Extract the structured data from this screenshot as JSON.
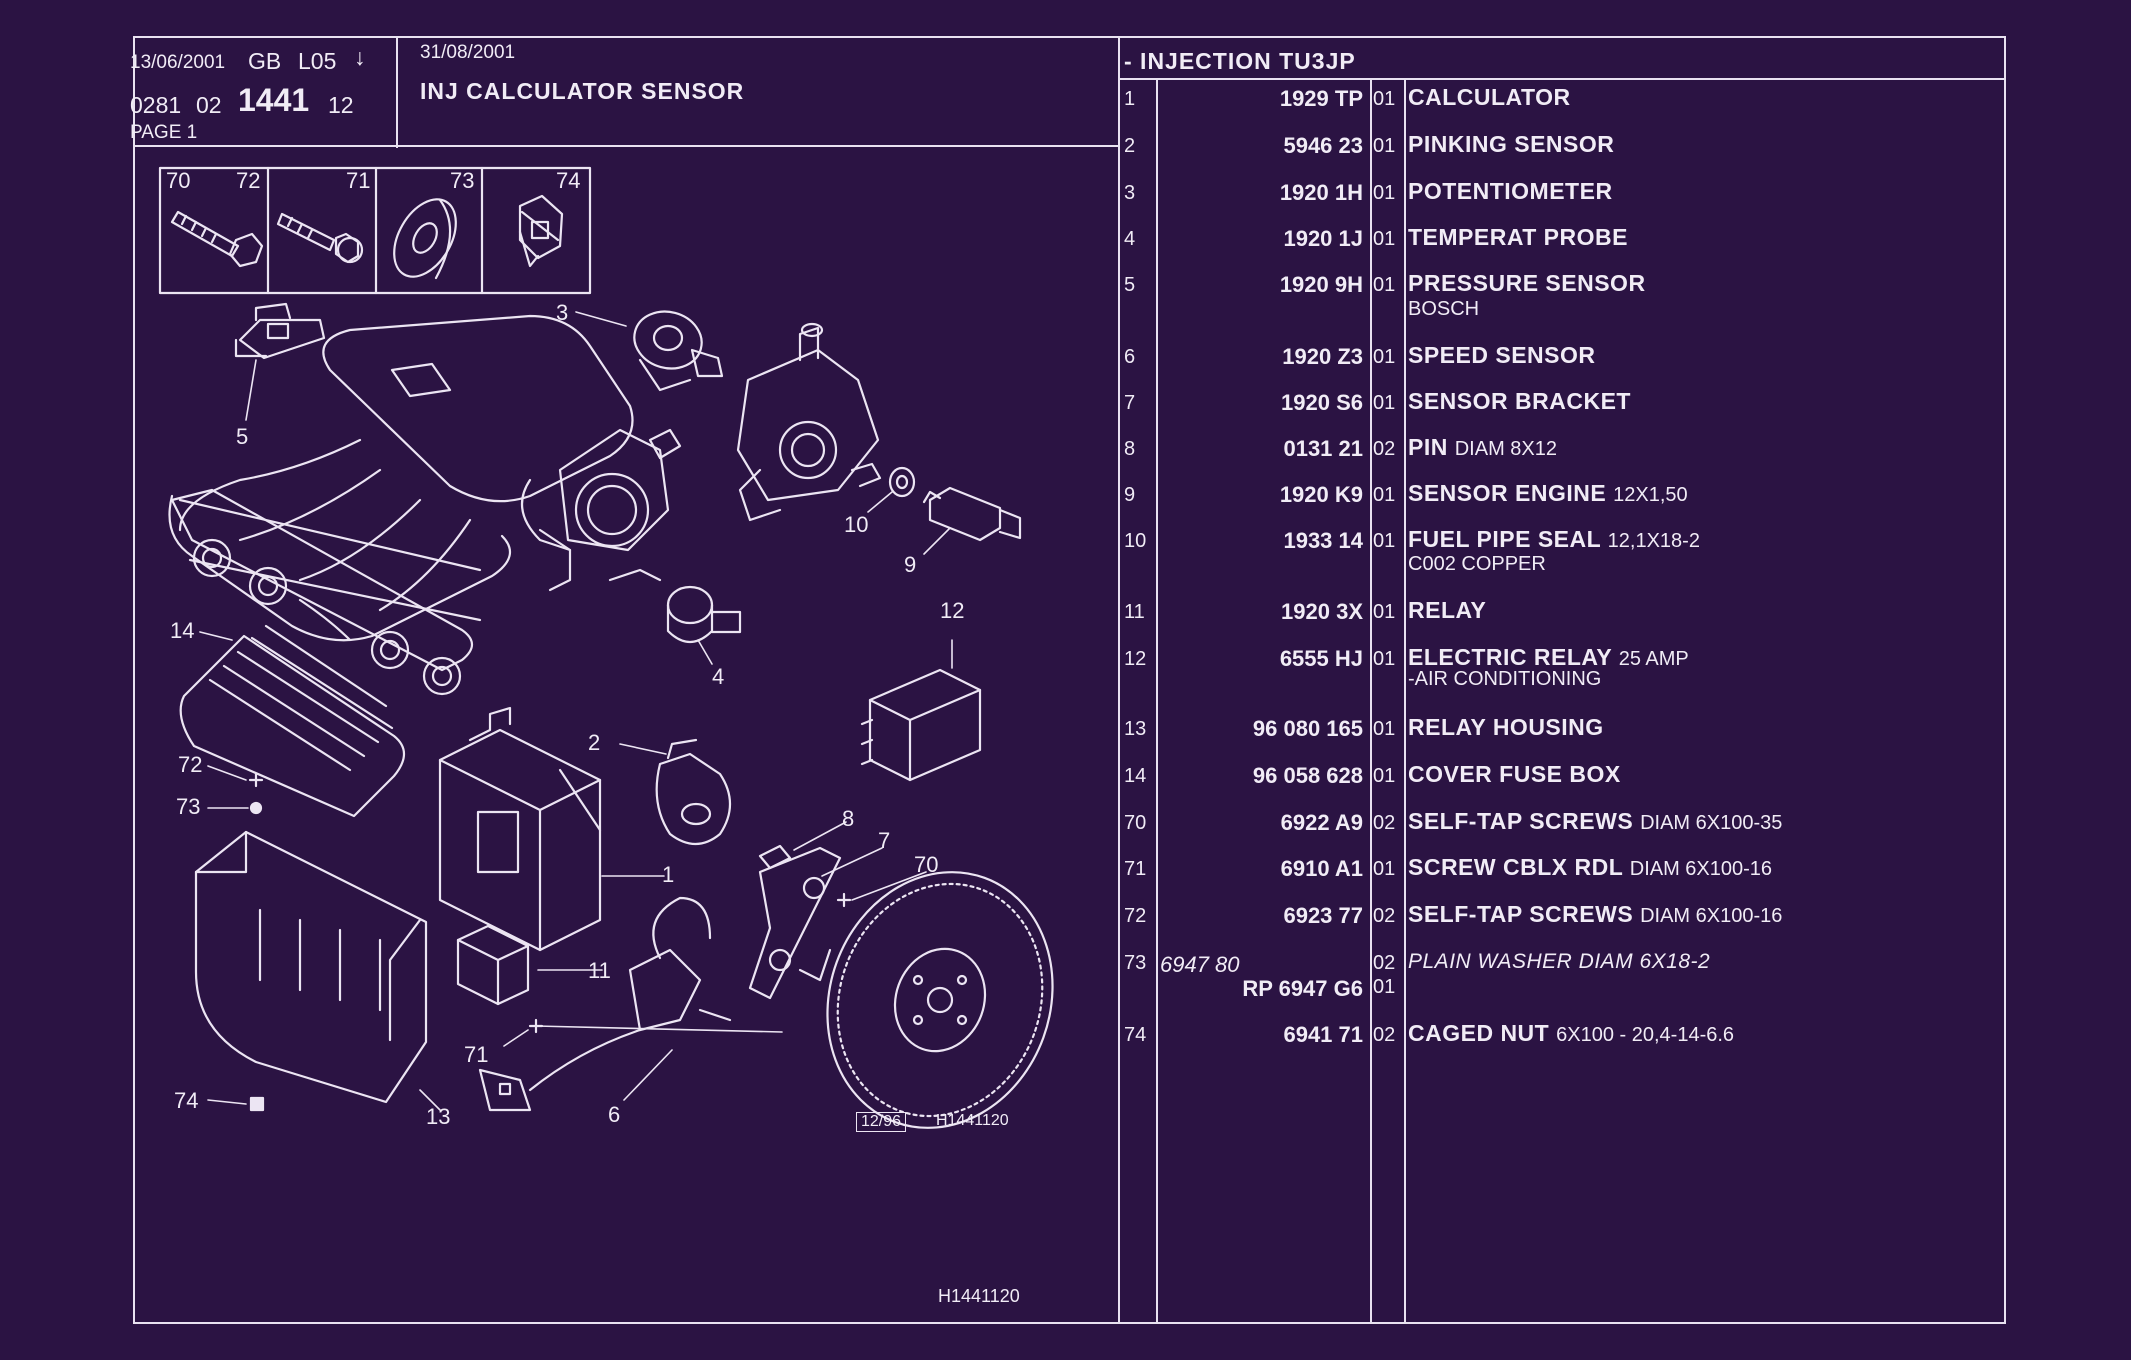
{
  "header": {
    "date1": "13/06/2001",
    "lang": "GB",
    "level": "L05",
    "arrow": "↓",
    "code_a": "0281",
    "code_b": "02",
    "code_main": "1441",
    "code_c": "12",
    "page_label": "PAGE 1",
    "date2": "31/08/2001",
    "title": "INJ CALCULATOR SENSOR",
    "section": "- INJECTION TU3JP"
  },
  "inset_labels": [
    "70",
    "72",
    "71",
    "73",
    "74"
  ],
  "callouts": [
    "3",
    "5",
    "10",
    "9",
    "12",
    "4",
    "14",
    "2",
    "72",
    "73",
    "1",
    "8",
    "7",
    "70",
    "11",
    "71",
    "6",
    "74",
    "13"
  ],
  "diagram_stamp": {
    "date": "12/96",
    "code": "H1441120"
  },
  "footer_code": "H1441120",
  "rows": [
    {
      "num": "1",
      "ref": "1929 TP",
      "qty": "01",
      "desc": "CALCULATOR",
      "extra": "",
      "sub": ""
    },
    {
      "num": "2",
      "ref": "5946 23",
      "qty": "01",
      "desc": "PINKING SENSOR",
      "extra": "",
      "sub": ""
    },
    {
      "num": "3",
      "ref": "1920 1H",
      "qty": "01",
      "desc": "POTENTIOMETER",
      "extra": "",
      "sub": ""
    },
    {
      "num": "4",
      "ref": "1920 1J",
      "qty": "01",
      "desc": "TEMPERAT PROBE",
      "extra": "",
      "sub": ""
    },
    {
      "num": "5",
      "ref": "1920 9H",
      "qty": "01",
      "desc": "PRESSURE SENSOR",
      "extra": "",
      "sub": "BOSCH"
    },
    {
      "num": "6",
      "ref": "1920 Z3",
      "qty": "01",
      "desc": "SPEED SENSOR",
      "extra": "",
      "sub": ""
    },
    {
      "num": "7",
      "ref": "1920 S6",
      "qty": "01",
      "desc": "SENSOR BRACKET",
      "extra": "",
      "sub": ""
    },
    {
      "num": "8",
      "ref": "0131 21",
      "qty": "02",
      "desc": "PIN",
      "extra": "DIAM 8X12",
      "sub": ""
    },
    {
      "num": "9",
      "ref": "1920 K9",
      "qty": "01",
      "desc": "SENSOR ENGINE",
      "extra": "12X1,50",
      "sub": ""
    },
    {
      "num": "10",
      "ref": "1933 14",
      "qty": "01",
      "desc": "FUEL PIPE SEAL",
      "extra": "12,1X18-2",
      "sub": "C002 COPPER"
    },
    {
      "num": "11",
      "ref": "1920 3X",
      "qty": "01",
      "desc": "RELAY",
      "extra": "",
      "sub": ""
    },
    {
      "num": "12",
      "ref": "6555 HJ",
      "qty": "01",
      "desc": "ELECTRIC RELAY",
      "extra": "25 AMP",
      "sub": "-AIR CONDITIONING"
    },
    {
      "num": "13",
      "ref": "96 080 165",
      "qty": "01",
      "desc": "RELAY HOUSING",
      "extra": "",
      "sub": ""
    },
    {
      "num": "14",
      "ref": "96 058 628",
      "qty": "01",
      "desc": "COVER FUSE BOX",
      "extra": "",
      "sub": ""
    },
    {
      "num": "70",
      "ref": "6922 A9",
      "qty": "02",
      "desc": "SELF-TAP SCREWS",
      "extra": "DIAM 6X100-35",
      "sub": ""
    },
    {
      "num": "71",
      "ref": "6910 A1",
      "qty": "01",
      "desc": "SCREW CBLX RDL",
      "extra": "DIAM 6X100-16",
      "sub": ""
    },
    {
      "num": "72",
      "ref": "6923 77",
      "qty": "02",
      "desc": "SELF-TAP SCREWS",
      "extra": "DIAM 6X100-16",
      "sub": ""
    },
    {
      "num": "73",
      "ref_old": "6947 80",
      "ref": "RP  6947 G6",
      "qty": "02",
      "qty2": "01",
      "desc": "PLAIN WASHER DIAM 6X18-2",
      "extra": "",
      "sub": ""
    },
    {
      "num": "74",
      "ref": "6941 71",
      "qty": "02",
      "desc": "CAGED NUT",
      "extra": "6X100 - 20,4-14-6.6",
      "sub": ""
    }
  ]
}
